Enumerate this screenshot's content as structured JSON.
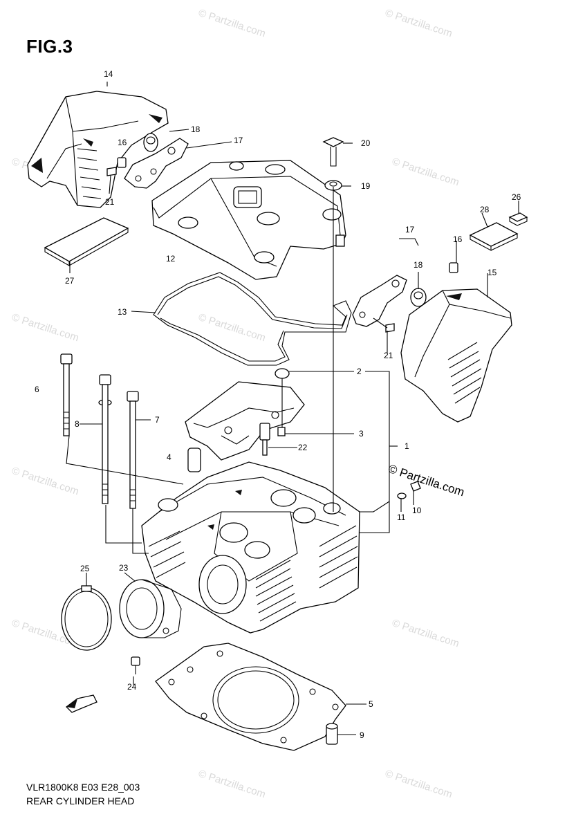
{
  "figure": {
    "title": "FIG.3"
  },
  "caption": {
    "model_code": "VLR1800K8 E03 E28_003",
    "section_name": "REAR CYLINDER HEAD"
  },
  "watermark": {
    "text": "© Partzilla.com"
  },
  "callouts": [
    "14",
    "18",
    "17",
    "16",
    "21",
    "20",
    "19",
    "26",
    "28",
    "27",
    "12",
    "17",
    "16",
    "18",
    "15",
    "13",
    "21",
    "2",
    "6",
    "8",
    "7",
    "3",
    "1",
    "22",
    "4",
    "10",
    "11",
    "25",
    "23",
    "24",
    "5",
    "9"
  ]
}
